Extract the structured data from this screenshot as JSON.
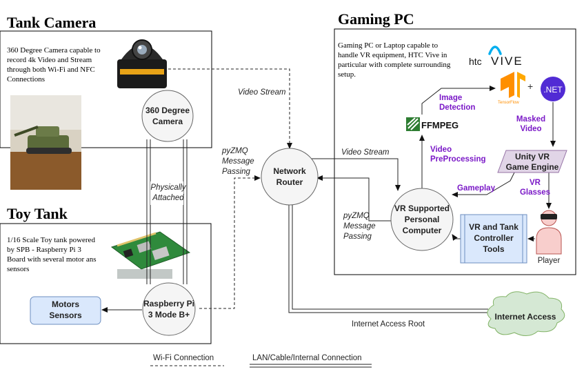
{
  "sections": {
    "tank_camera": {
      "title": "Tank Camera",
      "desc": [
        "360 Degree Camera capable to",
        "record 4k Video and Stream",
        "through both Wi-Fi and NFC",
        "Connections"
      ]
    },
    "toy_tank": {
      "title": "Toy Tank",
      "desc": [
        "1/16 Scale Toy tank powered",
        "by  SPB - Raspberry Pi 3",
        "Board with several motor ans",
        "sensors"
      ]
    },
    "gaming_pc": {
      "title": "Gaming PC",
      "desc": [
        "Gaming PC or Laptop capable to",
        "handle VR equipment, HTC Vive in",
        "particular with complete surrounding",
        "setup."
      ]
    }
  },
  "nodes": {
    "camera": [
      "360 Degree",
      "Camera"
    ],
    "router": [
      "Network",
      "Router"
    ],
    "raspberry": [
      "Raspberry Pi",
      "3 Mode B+"
    ],
    "motors": [
      "Motors",
      "Sensors"
    ],
    "vr_computer": [
      "VR Supported",
      "Personal",
      "Computer"
    ],
    "unity": [
      "Unity VR",
      "Game Engine"
    ],
    "controller": [
      "VR and Tank",
      "Controller",
      "Tools"
    ],
    "internet": "Internet Access",
    "player": "Player"
  },
  "edge_labels": {
    "video_stream_1": "Video Stream",
    "video_stream_2": "Video Stream",
    "pyzmq_1": [
      "pyZMQ",
      "Message",
      "Passing"
    ],
    "pyzmq_2": [
      "pyZMQ",
      "Message",
      "Passing"
    ],
    "physically": [
      "Physically",
      "Attached"
    ],
    "internet_root": "Internet Access Root",
    "image_detection": [
      "Image",
      "Detection"
    ],
    "masked_video": [
      "Masked",
      "Video"
    ],
    "video_preprocessing": [
      "Video",
      "PreProcessing"
    ],
    "gameplay": "Gameplay",
    "vr_glasses": [
      "VR",
      "Glasses"
    ]
  },
  "logos": {
    "htc": "htc",
    "vive": "VIVE",
    "ffmpeg": "FFMPEG",
    "tensorflow": "TensorFlow",
    "dotnet": ".NET",
    "plus": "+"
  },
  "legend": {
    "wifi": "Wi-Fi Connection",
    "lan": "LAN/Cable/Internal Connection"
  },
  "colors": {
    "purple_label": "#7a18c7",
    "node_blue_fill": "#dae8fc",
    "node_blue_stroke": "#6c8ebf",
    "unity_fill": "#e1d5e7",
    "unity_stroke": "#9673a6",
    "cloud_fill": "#d5e8d4",
    "cloud_stroke": "#82b366",
    "player_fill": "#f8cecc",
    "player_stroke": "#b85450"
  }
}
